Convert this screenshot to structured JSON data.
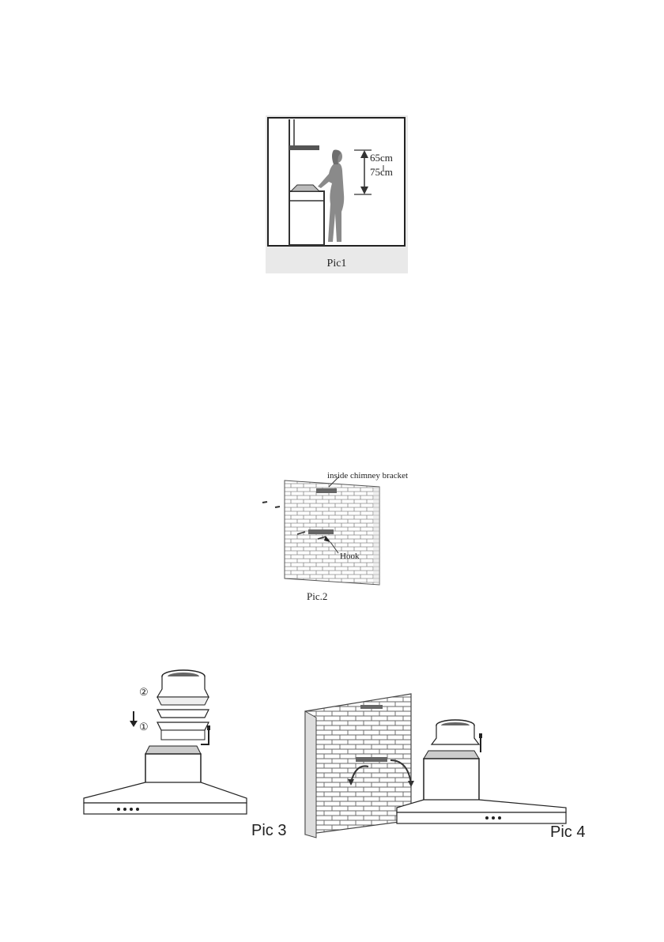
{
  "pic1": {
    "dim_top": "65cm",
    "dim_bottom": "75cm",
    "caption": "Pic1"
  },
  "pic2": {
    "label_bracket": "inside chimney bracket",
    "label_hook": "Hook",
    "caption": "Pic.2"
  },
  "pic3": {
    "marker_1": "①",
    "marker_2": "②",
    "caption": "Pic 3"
  },
  "pic4": {
    "caption": "Pic 4"
  }
}
